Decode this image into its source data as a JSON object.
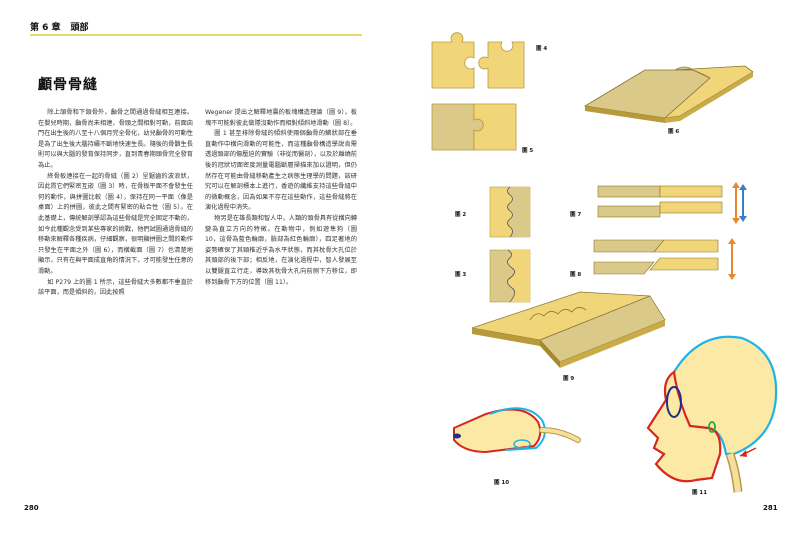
{
  "header": {
    "chapter": "第 6 章",
    "section": "頭部"
  },
  "title": "顱骨骨縫",
  "left_paragraphs": [
    "除上頜骨和下頜骨外，顱骨之間通過骨縫相互連接。在嬰兒時期，顱骨尚未相連，骨頭之間相對可動，前面囟門在出生後的八至十八個月完全骨化，幼兒顱骨的可動性是為了出生後大腦持續不斷地快速生長。隨後的骨骼生長則可以與大腦的發育保持同步，直到青春期頭骨完全發育為止。",
    "終骨板連接在一起的骨縫（圖 2）呈鋸齒的波浪狀，因此貫它們緊密互嵌（圖 3）時，在骨板平面不會發生任何的動作，與拼圖比較（圖 4），保持在同一平面（像是桌面）上的拼圖，彼此之間有緊密的貼合性（圖 5）。在此基礎上，傳統解剖學認為這些骨縫是完全固定不動的，如今此種觀念受到某些專家的挑戰，他們試圖通過骨縫的移動來解釋各種疾病，仔細觀察，很明顯拼圖之間的動作只發生在平面之外（圖 6），而橫截面（圖 7）也清楚地顯示，只有在與平面成直角的情況下，才可能發生任意的滑動。",
    "如 P279 上的圖 1 所示，這些骨縫大多數都不垂直於該平面，而是傾斜的，因此按照"
  ],
  "right_paragraphs": [
    "Wegener 提出之解釋地震的板塊構造理論（圖 9），板塊不可能對彼此做隱沒動作而相對傾斜地滑動（圖 8）。",
    "圖 1 甚至排除骨縫的傾斜使兩個顱骨的鱗狀部在垂直動作中橫向滑動的可能性，而這種顱骨構造學說肯需透過頭部的傷壓迫的實驗（非從而醫剖），以及於離繞前後的冠狀切面密度測量電腦斷層掃描來加以證明，但仍然存在可能由骨縫移動產生之病態生理學的問題，該研究可以在解剖標本上進行，香遊的纖維支持這些骨縫中的微動概念，因為如果不存在這些動作，這些骨縫將在演化過程中消失。",
    "物另是在雄長類和智人中，人類的頭骨具有從橫向轉變為直立方向的特徵。在動物中，例如遊隼狗（圖 10，這骨為藍色輪廓，臉部為紅色輪廓），四足著地的姿勢確保了其頸椎近乎為水平狀態，而其枕骨大孔位於其頭部的後下部；相反地，在演化過程中，智人發展至以雙腿直立行走，導致其枕骨大孔向前側下方移位，即移到顱骨下方的位置（圖 11）。"
  ],
  "page_left": "280",
  "page_right": "281",
  "figures": {
    "f2": "圖 2",
    "f3": "圖 3",
    "f4": "圖 4",
    "f5": "圖 5",
    "f6": "圖 6",
    "f7": "圖 7",
    "f8": "圖 8",
    "f9": "圖 9",
    "f10": "圖 10",
    "f11": "圖 11"
  },
  "colors": {
    "accent_line": "#e9d86a",
    "puzzle_yellow": "#f1d679",
    "puzzle_tan": "#dbc989",
    "arrow_orange": "#e8872d",
    "arrow_blue": "#3b7fc2",
    "skull_blue": "#1fb3e6",
    "face_red": "#d8261f"
  }
}
